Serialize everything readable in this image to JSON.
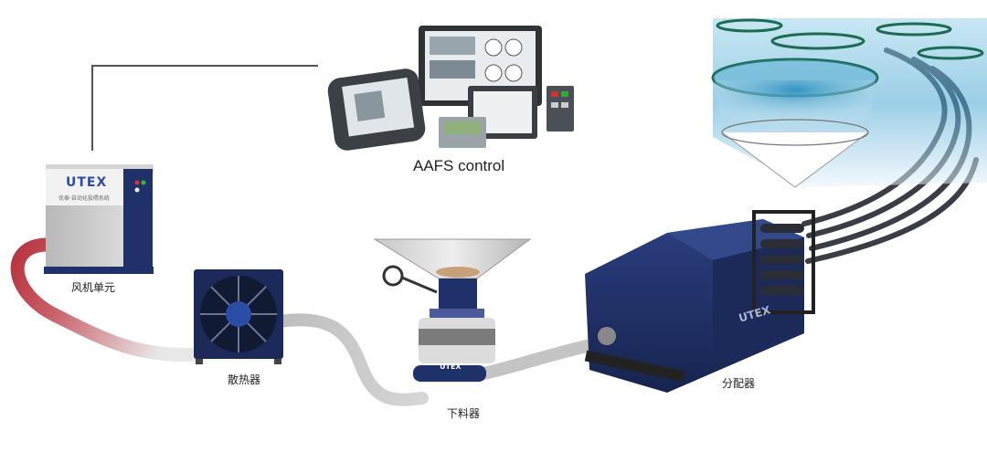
{
  "brand": {
    "logo_text": "UTEX",
    "sub_text": "优泰·自动化投喂系统"
  },
  "control": {
    "label": "AAFS control"
  },
  "components": {
    "blower": "风机单元",
    "cooler": "散热器",
    "doser": "下料器",
    "distributor": "分配器"
  },
  "colors": {
    "navy": "#1f3169",
    "hot_pipe": "#b8343d",
    "grey_pipe": "#c9c9c9",
    "water": "#2a8fc0"
  }
}
